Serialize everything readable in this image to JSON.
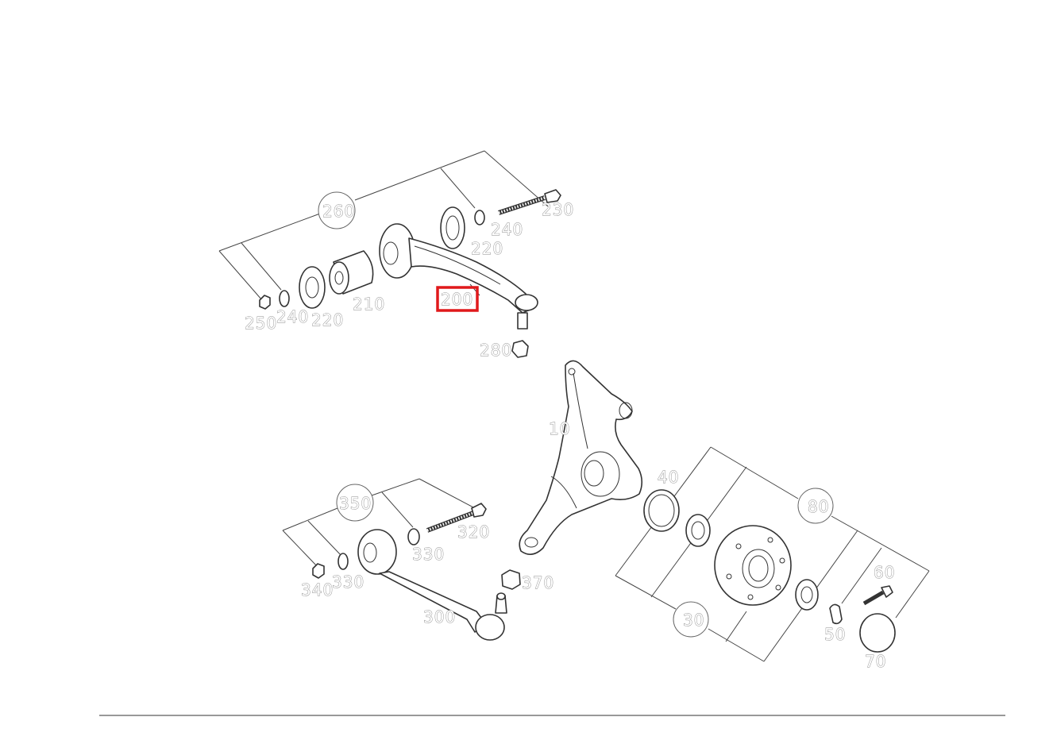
{
  "diagram": {
    "highlighted_part": "200",
    "highlight_color": "#e0191b",
    "labels": {
      "p260": "260",
      "p230": "230",
      "p240a": "240",
      "p220a": "220",
      "p210": "210",
      "p200": "200",
      "p250": "250",
      "p240b": "240",
      "p220b": "220",
      "p280": "280",
      "p10": "10",
      "p40": "40",
      "p80": "80",
      "p60": "60",
      "p50": "50",
      "p70": "70",
      "p30": "30",
      "p350": "350",
      "p320": "320",
      "p330a": "330",
      "p330b": "330",
      "p340": "340",
      "p370": "370",
      "p300": "300"
    }
  }
}
